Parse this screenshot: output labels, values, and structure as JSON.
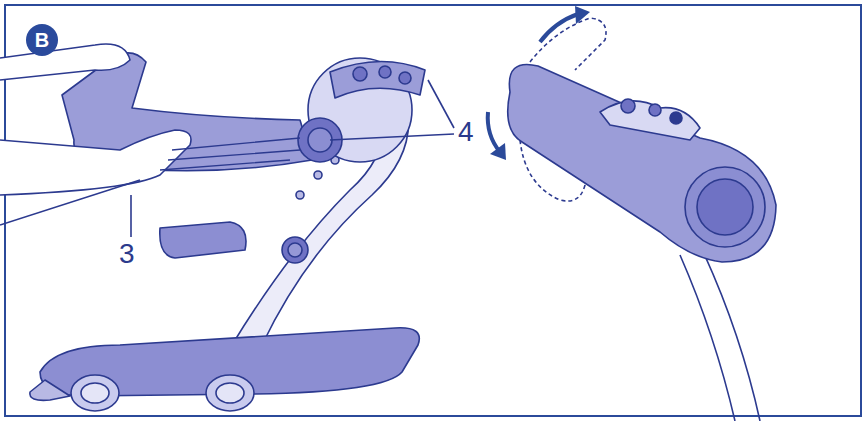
{
  "diagram": {
    "nodes": [
      {
        "text": [
          "B"
        ]
      }
    ],
    "labels": [
      "4",
      "3"
    ]
  }
}
